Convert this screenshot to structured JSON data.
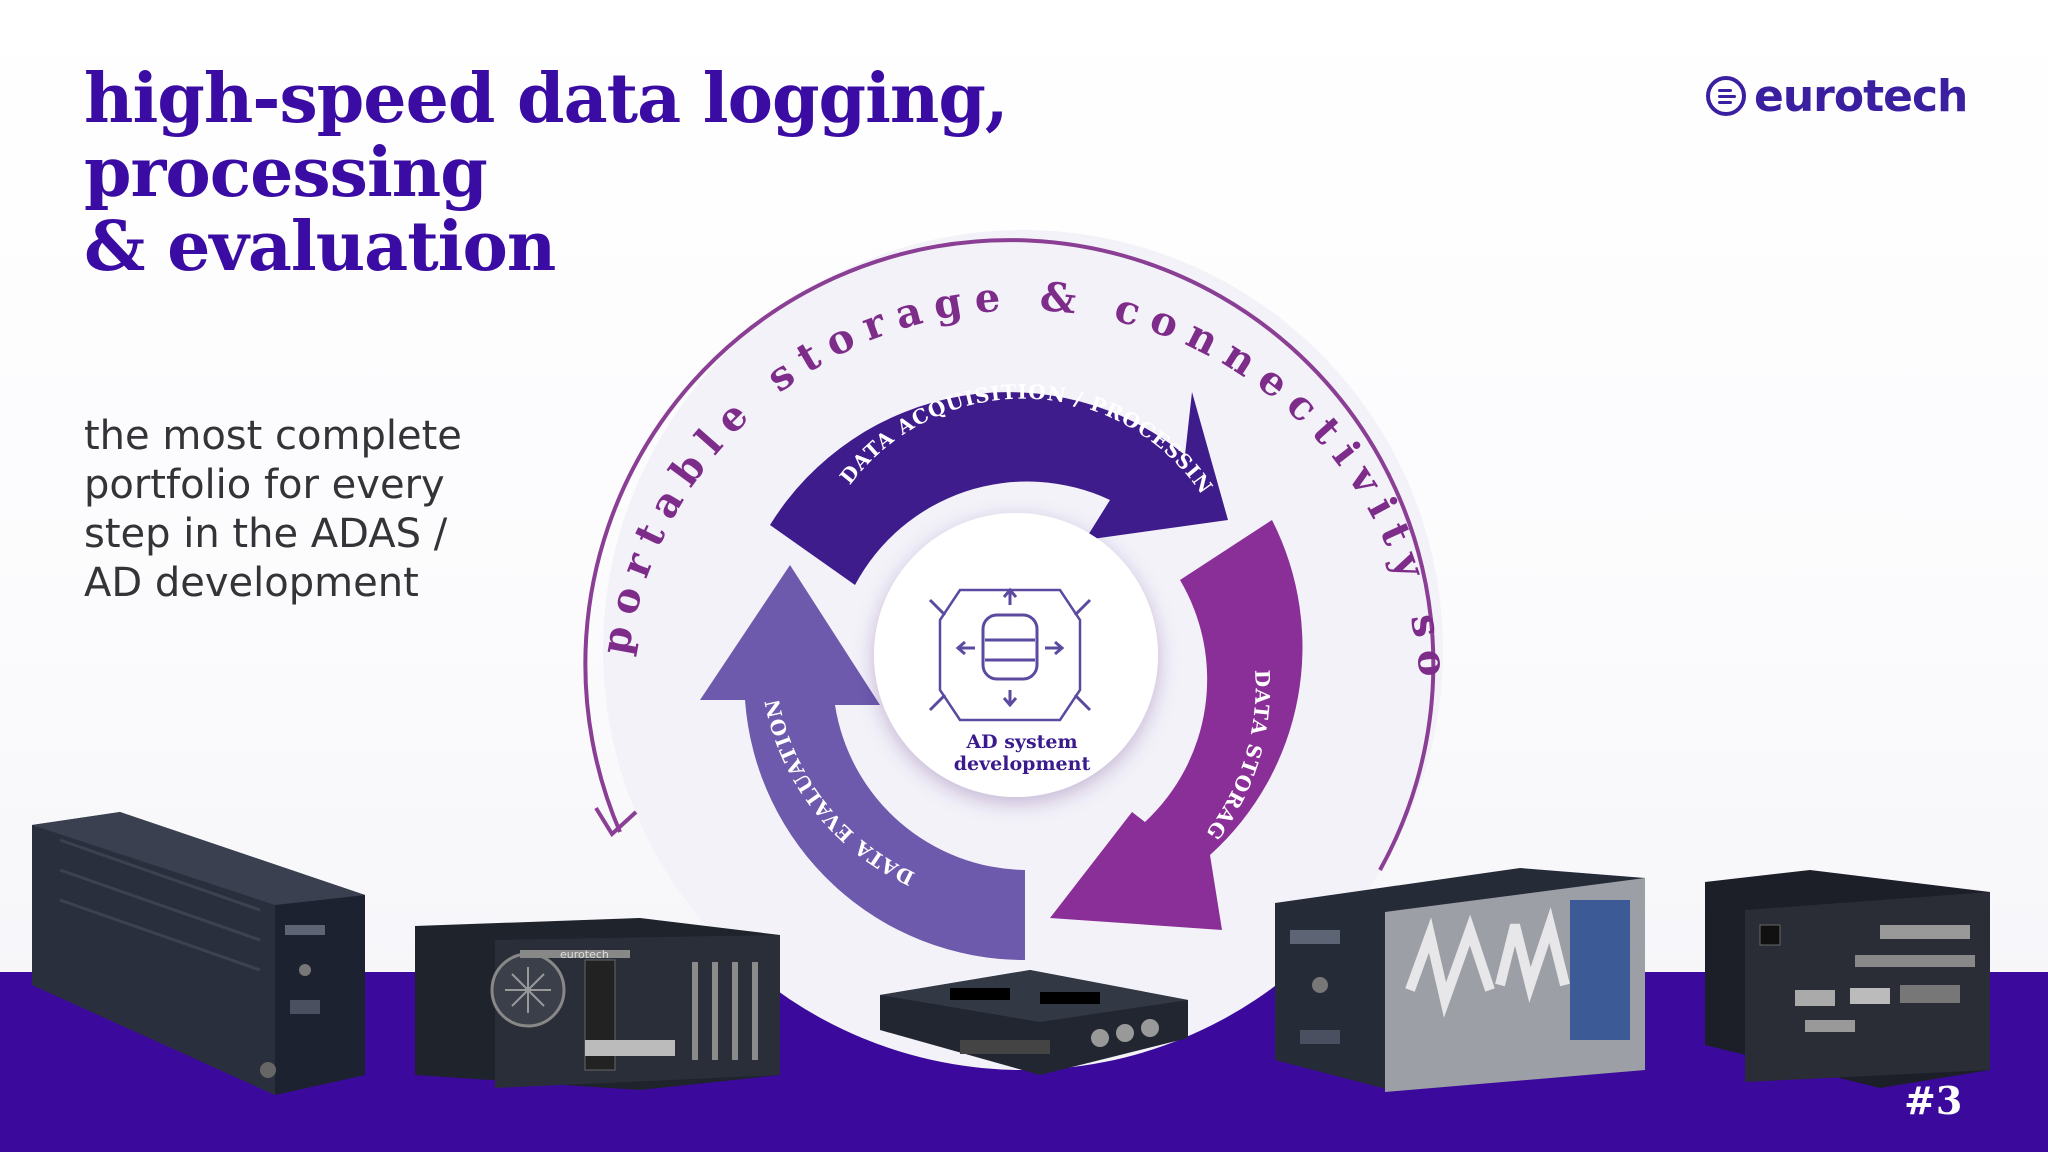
{
  "slide": {
    "title_line1": "high-speed data logging, processing",
    "title_line2": "& evaluation",
    "subtitle": "the most complete portfolio for every step in the ADAS / AD development",
    "page_number": "#3"
  },
  "logo": {
    "text": "eurotech"
  },
  "cycle": {
    "ring_label": "portable storage & connectivity solutions",
    "arrow_top": "DATA ACQUISITION / PROCESSING",
    "arrow_right": "DATA STORAGE",
    "arrow_left": "DATA EVALUATION",
    "center_line1": "AD system",
    "center_line2": "development",
    "center_icon": "car-sensors-icon"
  },
  "products": {
    "brand_label": "eurotech"
  },
  "colors": {
    "brand_purple": "#3a0ca3",
    "band": "#3b0a9c",
    "arrow_acquisition": "#3f1c8c",
    "arrow_storage": "#8a2f98",
    "arrow_evaluation": "#6e5aad",
    "ring": "#8a3f94"
  }
}
